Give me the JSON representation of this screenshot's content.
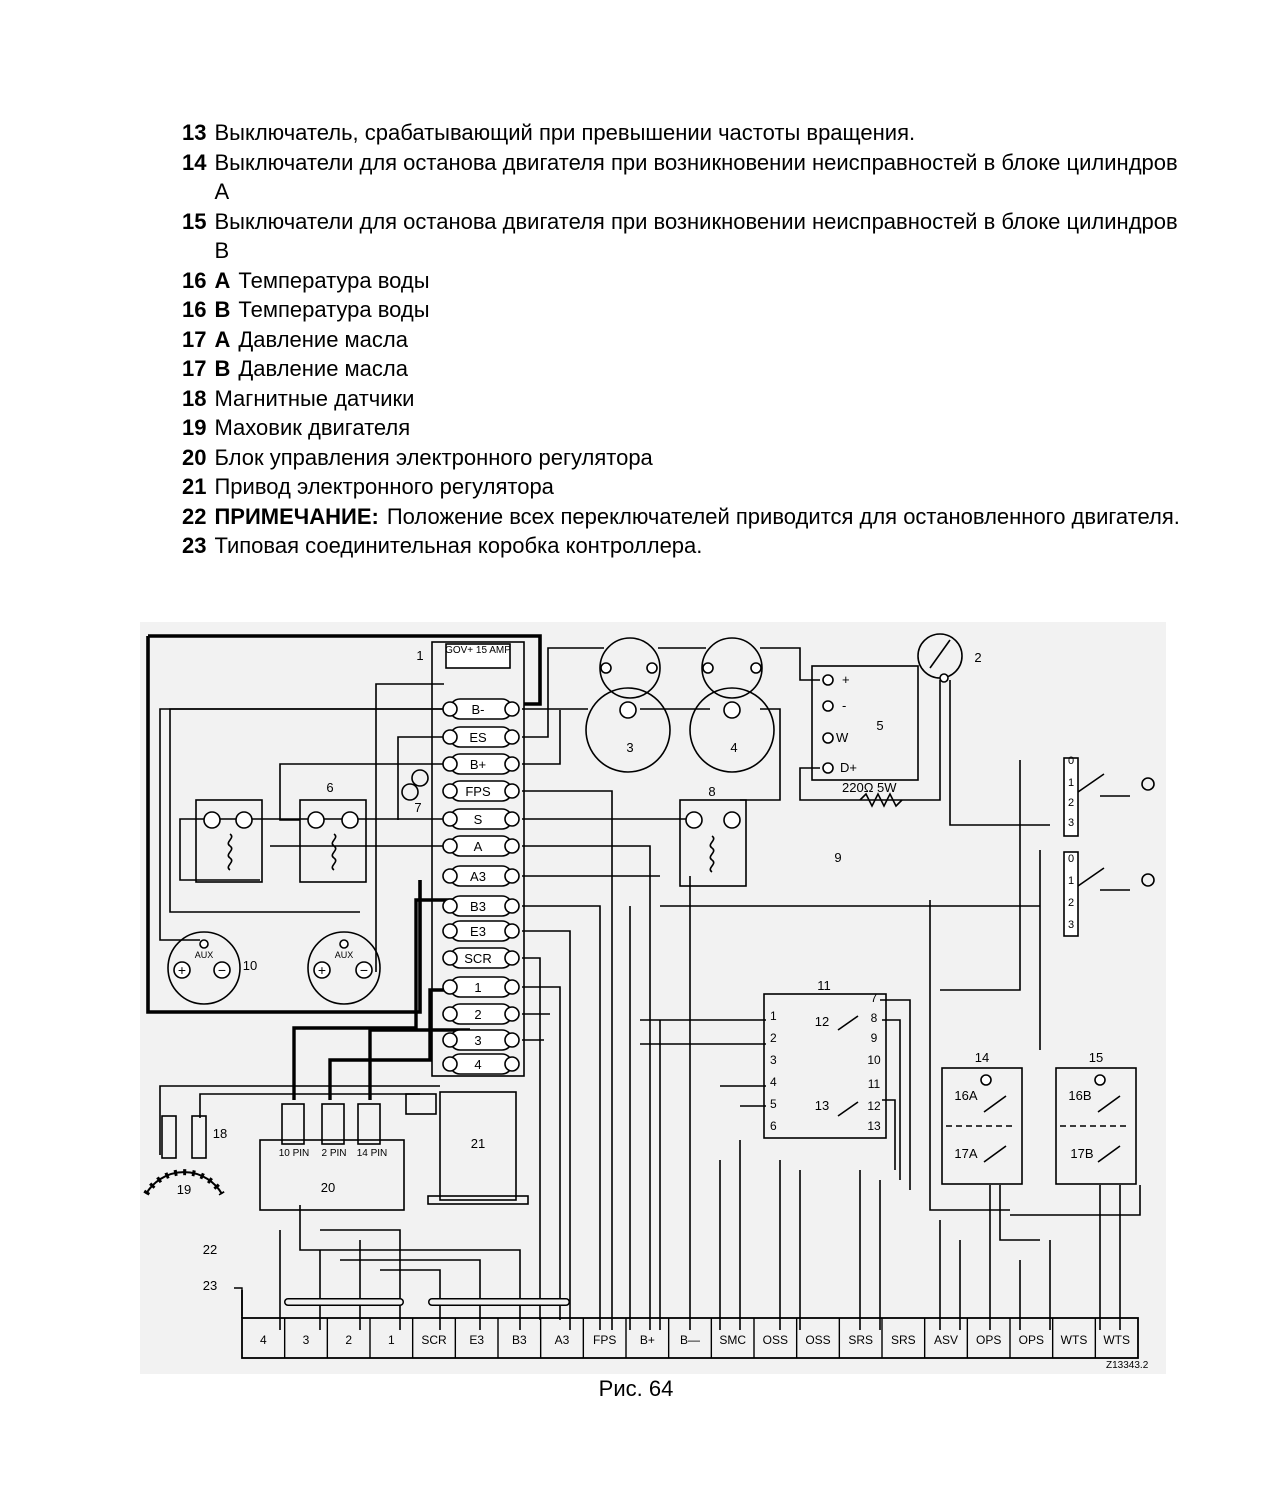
{
  "legend": [
    {
      "num": "13",
      "text": "Выключатель, срабатывающий при превышении частоты вращения."
    },
    {
      "num": "14",
      "text": "Выключатели для останова двигателя при возникновении неисправностей в блоке цилиндров А"
    },
    {
      "num": "15",
      "text": "Выключатели для останова двигателя при возникновении неисправностей в блоке цилиндров В"
    },
    {
      "num": "16",
      "label": "А",
      "text": "Температура воды"
    },
    {
      "num": "16",
      "label": "В",
      "text": "Температура воды"
    },
    {
      "num": "17",
      "label": "А",
      "text": "Давление масла"
    },
    {
      "num": "17",
      "label": "В",
      "text": "Давление масла"
    },
    {
      "num": "18",
      "text": "Магнитные датчики"
    },
    {
      "num": "19",
      "text": "Маховик двигателя"
    },
    {
      "num": "20",
      "text": "Блок управления электронного регулятора"
    },
    {
      "num": "21",
      "text": "Привод электронного регулятора"
    },
    {
      "num": "22",
      "label": "ПРИМЕЧАНИЕ:",
      "text": "Положение всех переключателей приводится для остановленного двигателя."
    },
    {
      "num": "23",
      "text": "Типовая соединительная коробка контроллера."
    }
  ],
  "diagram": {
    "center_terminals": [
      "GOV+ 15 AMP",
      "B-",
      "ES",
      "B+",
      "FPS",
      "S",
      "A",
      "A3",
      "B3",
      "E3",
      "SCR",
      "1",
      "2",
      "3",
      "4"
    ],
    "callouts": [
      "1",
      "2",
      "3",
      "4",
      "5",
      "6",
      "7",
      "8",
      "9",
      "10",
      "11",
      "12",
      "13",
      "14",
      "15",
      "16A",
      "16B",
      "17A",
      "17B",
      "18",
      "19",
      "20",
      "21",
      "22",
      "23"
    ],
    "meter_pins": [
      "+",
      "-",
      "W",
      "D+"
    ],
    "resistor_label": "220Ω 5W",
    "relay_terminals": [
      "1",
      "2",
      "3",
      "4",
      "5",
      "6",
      "7",
      "8",
      "9",
      "10",
      "11",
      "12",
      "13"
    ],
    "switch_positions": [
      "0",
      "1",
      "2",
      "3"
    ],
    "aux_label": "AUX",
    "connector_labels": [
      "10 PIN",
      "2 PIN",
      "14 PIN"
    ],
    "bottom_terminals": [
      "4",
      "3",
      "2",
      "1",
      "SCR",
      "E3",
      "B3",
      "A3",
      "FPS",
      "B+",
      "B—",
      "SMC",
      "OSS",
      "OSS",
      "SRS",
      "SRS",
      "ASV",
      "OPS",
      "OPS",
      "WTS",
      "WTS"
    ],
    "drawing_code": "Z13343.2"
  },
  "caption": "Рис. 64"
}
